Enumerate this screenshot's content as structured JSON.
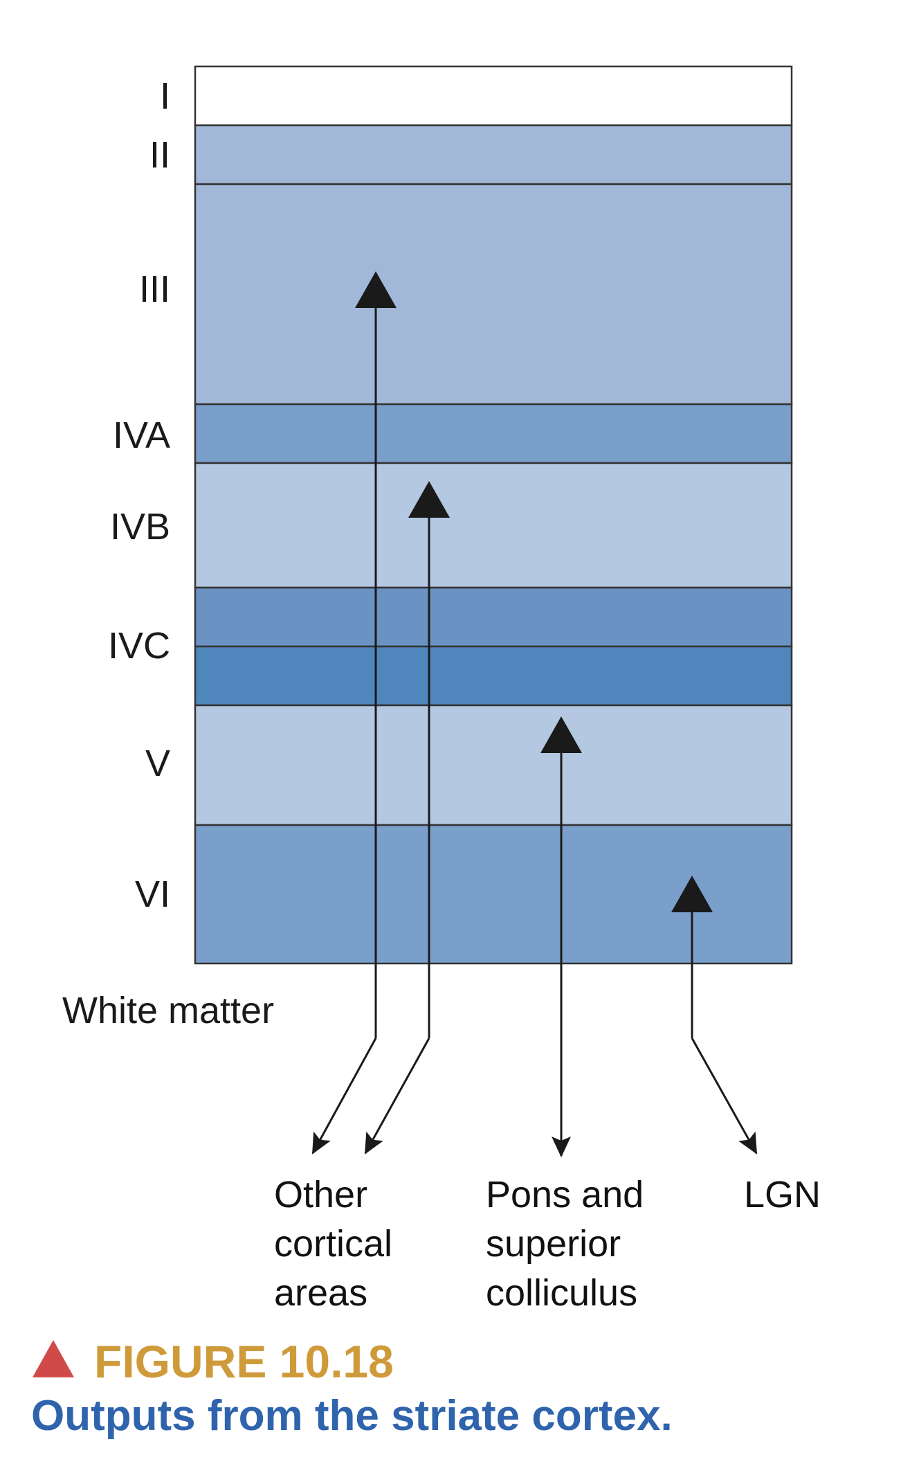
{
  "layers": [
    {
      "label": "I",
      "fill": "#ffffff"
    },
    {
      "label": "II",
      "fill": "#a1b8d8"
    },
    {
      "label": "III",
      "fill": "#a1b8d8"
    },
    {
      "label": "IVA",
      "fill": "#7b9fcb"
    },
    {
      "label": "IVB",
      "fill": "#b5c8e1"
    },
    {
      "label": "IVC",
      "fill": "#6a93c4"
    },
    {
      "label": "V",
      "fill": "#b5c8e1"
    },
    {
      "label": "VI",
      "fill": "#7b9fcb"
    }
  ],
  "ivc_lower_fill": "#4f86bb",
  "white_matter_label": "White matter",
  "targets": {
    "cortical": [
      "Other",
      "cortical",
      "areas"
    ],
    "pons": [
      "Pons and",
      "superior",
      "colliculus"
    ],
    "lgn": [
      "LGN"
    ]
  },
  "figure": {
    "marker_color": "#d04a4a",
    "number": "FIGURE 10.18",
    "number_color": "#cf9a3a",
    "caption": "Outputs from the striate cortex.",
    "caption_color": "#2f64ad"
  }
}
